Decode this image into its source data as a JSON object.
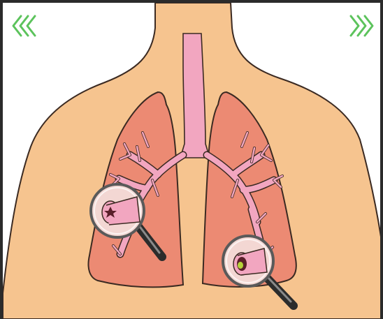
{
  "navigation": {
    "prev_icon": "triple-chevron-left-icon",
    "next_icon": "triple-chevron-right-icon",
    "color": "#5cc35c"
  },
  "illustration": {
    "subject": "human-torso-lungs",
    "colors": {
      "skin": "#f6c48f",
      "lung": "#ec8a73",
      "airway": "#f2a6c0",
      "outline": "#3b2a22",
      "magnifier_handle": "#2c2c2c"
    },
    "magnifiers": [
      {
        "name": "left-magnifier",
        "icon": "magnifier-icon"
      },
      {
        "name": "right-magnifier",
        "icon": "magnifier-icon"
      }
    ]
  }
}
